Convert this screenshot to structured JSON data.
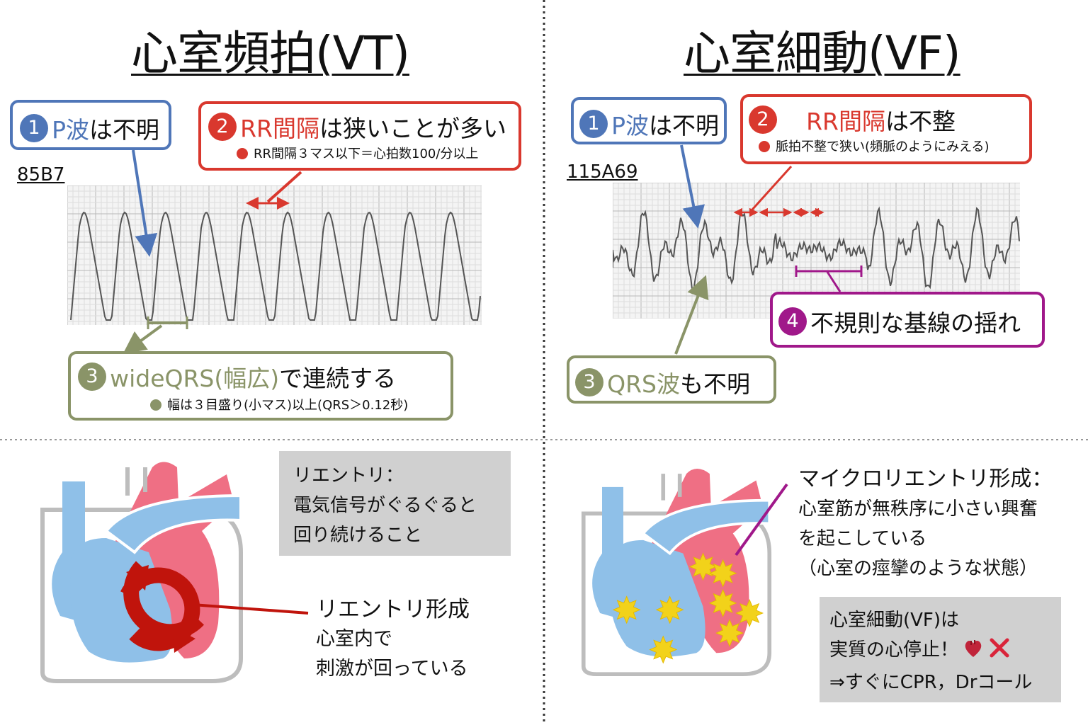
{
  "colors": {
    "blue": "#4f76b8",
    "red": "#d9382e",
    "olive": "#8a9468",
    "purple": "#a0188a",
    "note_bg": "#d0d0d0",
    "heart_red": "#ef6f84",
    "heart_blue": "#8fc0e8",
    "reentry": "#c0140c",
    "spark": "#f2d21a"
  },
  "vt": {
    "title": "心室頻拍(VT)",
    "case_id": "85B7",
    "point1": {
      "num": "1",
      "colored": "P波",
      "rest": "は不明"
    },
    "point2": {
      "num": "2",
      "colored": "RR間隔",
      "rest": "は狭いことが多い",
      "sub": "RR間隔３マス以下＝心拍数100/分以上"
    },
    "point3": {
      "num": "3",
      "colored": "wideQRS(幅広)",
      "rest": "で連続する",
      "sub": "幅は３目盛り(小マス)以上(QRS＞0.12秒)"
    }
  },
  "vf": {
    "title": "心室細動(VF)",
    "case_id": "115A69",
    "point1": {
      "num": "1",
      "colored": "P波",
      "rest": "は不明"
    },
    "point2": {
      "num": "2",
      "colored": "RR間隔",
      "rest": "は不整",
      "sub": "脈拍不整で狭い(頻脈のようにみえる)"
    },
    "point3": {
      "num": "3",
      "colored": "QRS波",
      "rest": "も不明"
    },
    "point4": {
      "num": "4",
      "text": "不規則な基線の揺れ"
    }
  },
  "reentry": {
    "note": [
      "リエントリ：",
      "電気信号がぐるぐると",
      "回り続けること"
    ],
    "label": [
      "リエントリ形成",
      "心室内で",
      "刺激が回っている"
    ]
  },
  "vf_mechanism": {
    "label": [
      "マイクロリエントリ形成：",
      "心室筋が無秩序に小さい興奮",
      "を起こしている",
      "（心室の痙攣のような状態）"
    ],
    "note": [
      "心室細動(VF)は",
      "実質の心停止！",
      "⇒すぐにCPR，Drコール"
    ],
    "heart_icon": "heart-icon",
    "cross_icon": "cross-mark-icon"
  }
}
